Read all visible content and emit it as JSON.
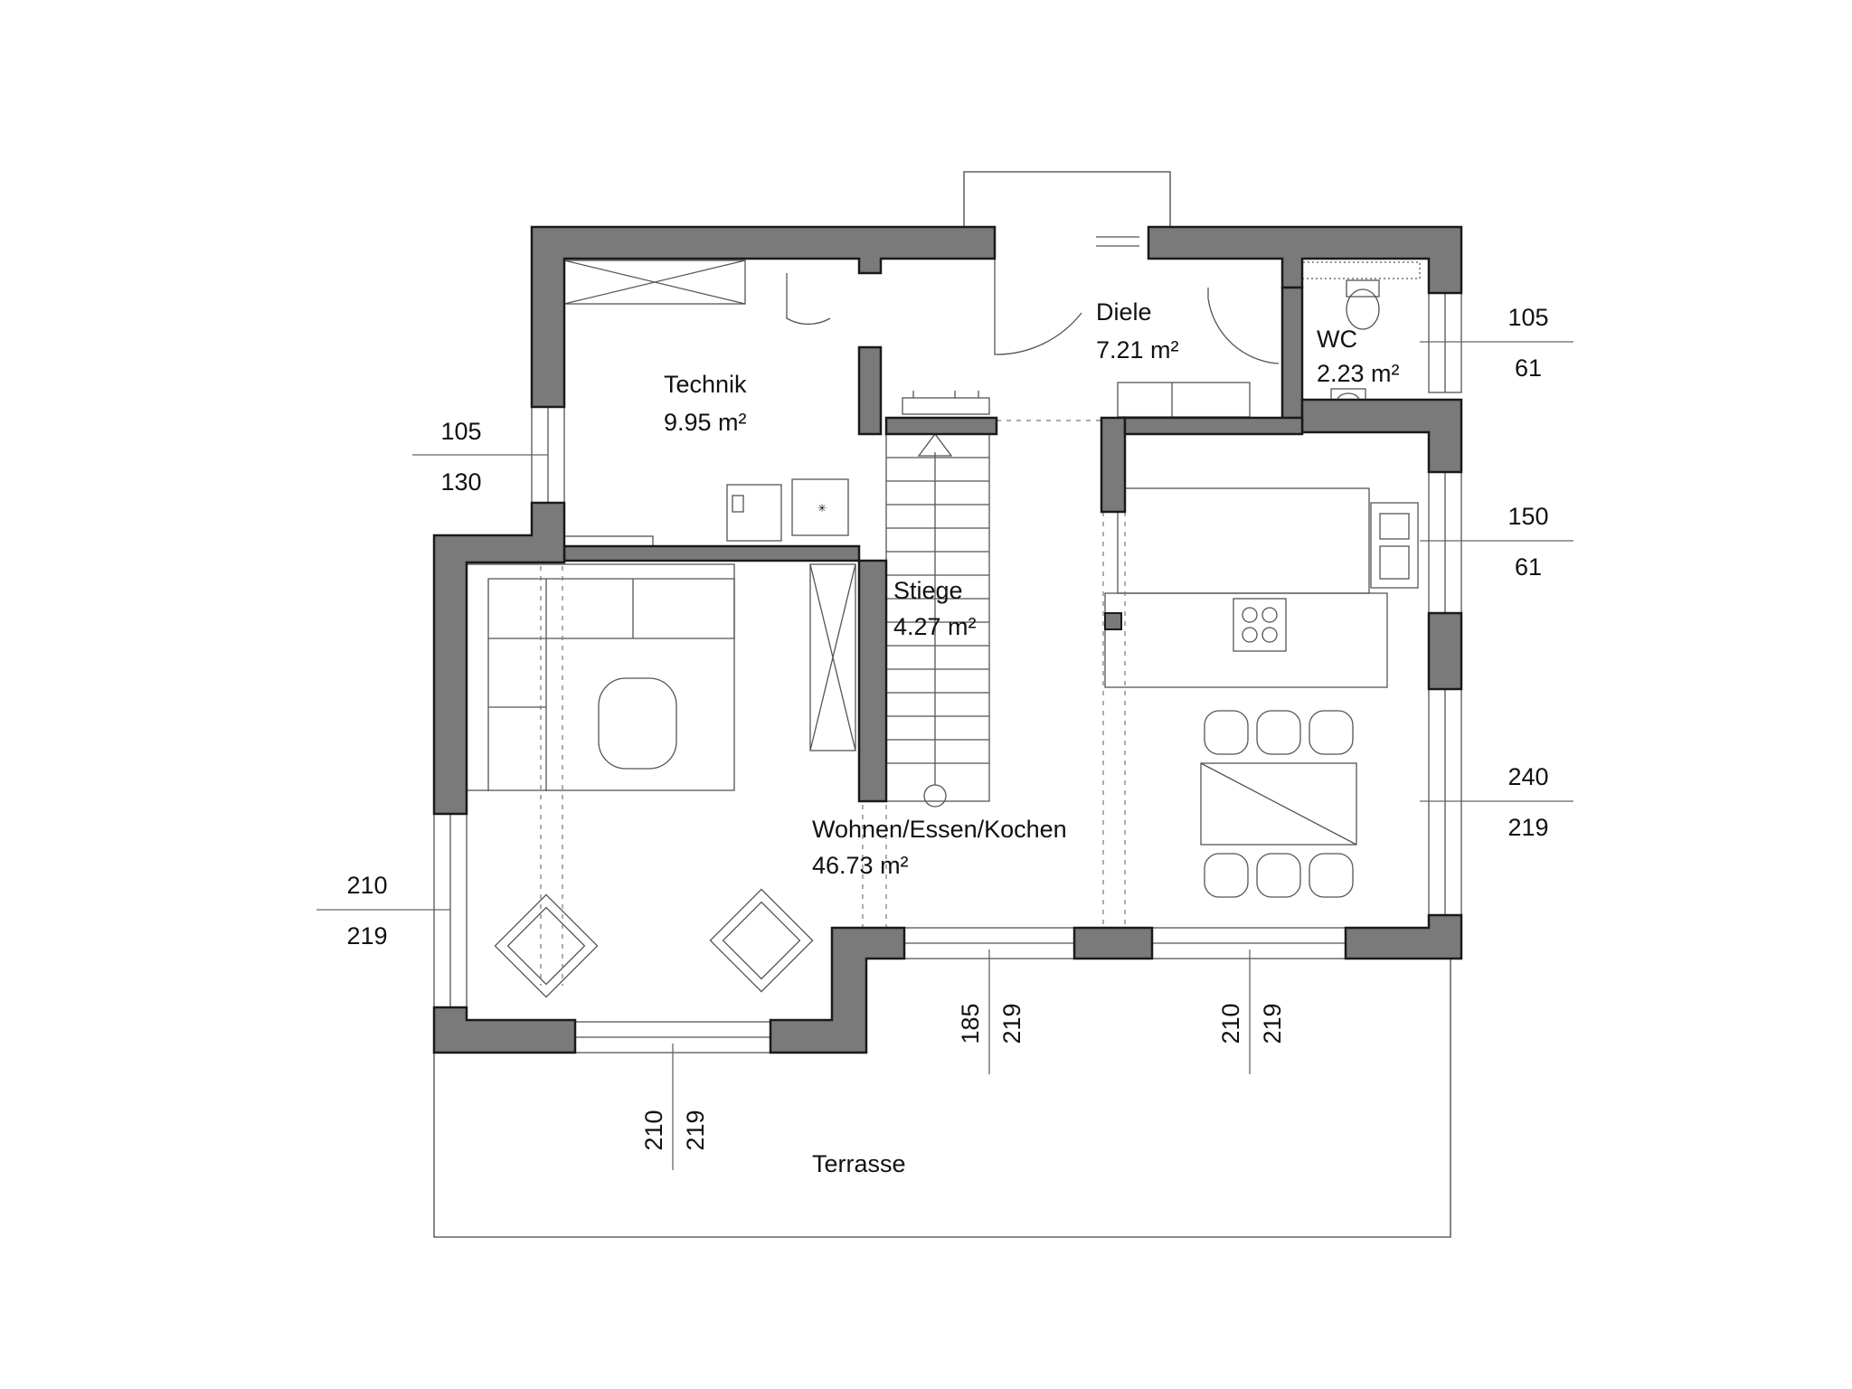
{
  "rooms": {
    "technik": {
      "name": "Technik",
      "area": "9.95 m²"
    },
    "diele": {
      "name": "Diele",
      "area": "7.21 m²"
    },
    "wc": {
      "name": "WC",
      "area": "2.23 m²"
    },
    "stiege": {
      "name": "Stiege",
      "area": "4.27 m²"
    },
    "wohnen": {
      "name": "Wohnen/Essen/Kochen",
      "area": "46.73 m²"
    },
    "terrasse": {
      "name": "Terrasse"
    }
  },
  "window_dimensions": {
    "wc_right": {
      "width": "105",
      "sill": "61"
    },
    "technik_left": {
      "width": "105",
      "sill": "130"
    },
    "kitchen_right": {
      "width": "150",
      "sill": "61"
    },
    "dining_right": {
      "width": "240",
      "sill": "219"
    },
    "living_left": {
      "width": "210",
      "sill": "219"
    },
    "living_bottom": {
      "width": "210",
      "sill": "219"
    },
    "bottom_middle": {
      "width": "185",
      "sill": "219"
    },
    "dining_bottom": {
      "width": "210",
      "sill": "219"
    }
  },
  "colors": {
    "wall_fill": "#7a7a7a",
    "wall_outline": "#1a1a1a",
    "line": "#555555"
  }
}
